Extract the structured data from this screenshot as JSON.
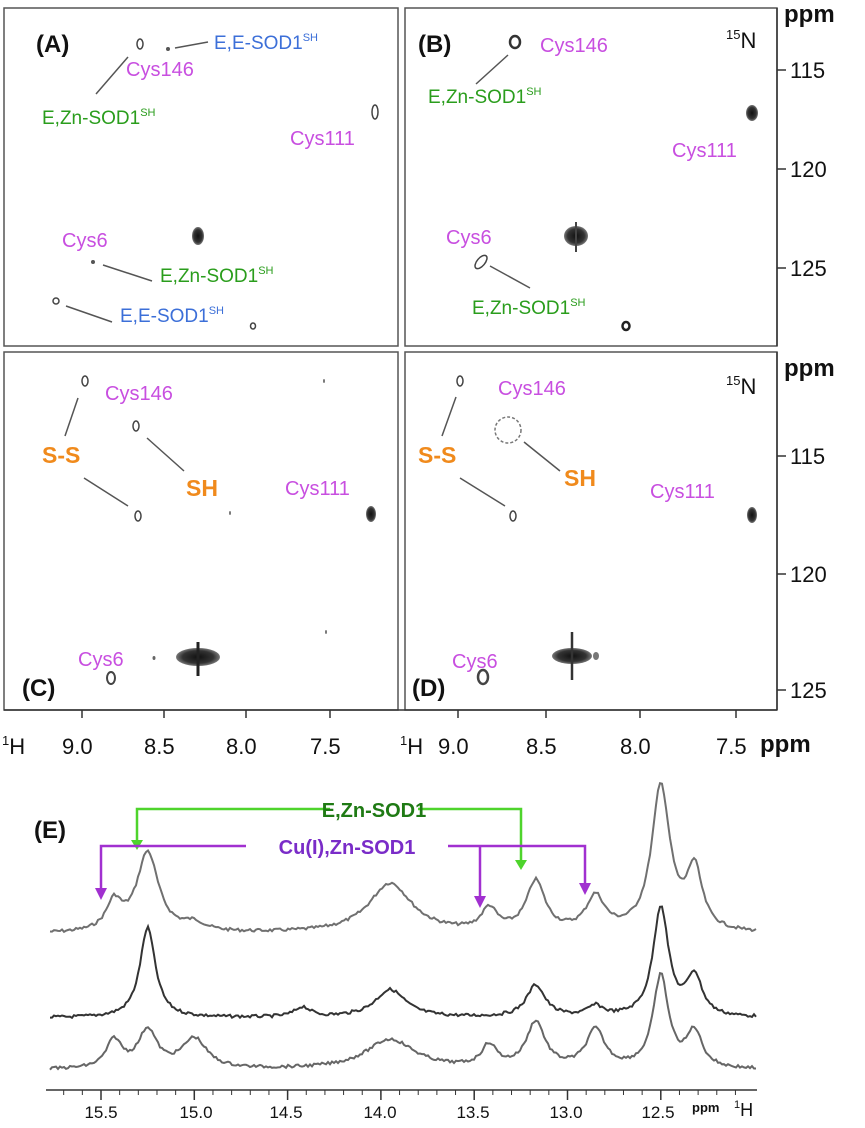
{
  "panels": [
    {
      "letter": "(A)",
      "labels": [
        {
          "text": "E,E-SOD1",
          "sup": "SH",
          "color": "blue"
        },
        {
          "text": "Cys146",
          "color": "magenta"
        },
        {
          "text": "E,Zn-SOD1",
          "sup": "SH",
          "color": "green"
        },
        {
          "text": "Cys111",
          "color": "magenta"
        },
        {
          "text": "Cys6",
          "color": "magenta"
        },
        {
          "text": "E,Zn-SOD1",
          "sup": "SH",
          "color": "green"
        },
        {
          "text": "E,E-SOD1",
          "sup": "SH",
          "color": "blue"
        }
      ]
    },
    {
      "letter": "(B)",
      "labels": [
        {
          "text": "Cys146",
          "color": "magenta"
        },
        {
          "text": "E,Zn-SOD1",
          "sup": "SH",
          "color": "green"
        },
        {
          "text": "Cys111",
          "color": "magenta"
        },
        {
          "text": "Cys6",
          "color": "magenta"
        },
        {
          "text": "E,Zn-SOD1",
          "sup": "SH",
          "color": "green"
        }
      ]
    },
    {
      "letter": "(C)",
      "labels": [
        {
          "text": "Cys146",
          "color": "magenta"
        },
        {
          "text": "S-S",
          "color": "orange"
        },
        {
          "text": "SH",
          "color": "orange"
        },
        {
          "text": "Cys111",
          "color": "magenta"
        },
        {
          "text": "Cys6",
          "color": "magenta"
        }
      ]
    },
    {
      "letter": "(D)",
      "labels": [
        {
          "text": "Cys146",
          "color": "magenta"
        },
        {
          "text": "S-S",
          "color": "orange"
        },
        {
          "text": "SH",
          "color": "orange"
        },
        {
          "text": "Cys111",
          "color": "magenta"
        },
        {
          "text": "Cys6",
          "color": "magenta"
        }
      ]
    }
  ],
  "axes": {
    "h_axis_label": "1H",
    "h_axis_label_sup": "1",
    "h_axis_label_main": "H",
    "h_unit": "ppm",
    "h_ticks": [
      "9.0",
      "8.5",
      "8.0",
      "7.5"
    ],
    "n_axis_label_sup": "15",
    "n_axis_label_main": "N",
    "n_unit": "ppm",
    "n_ticks_top": [
      "115",
      "120",
      "125"
    ],
    "n_ticks_bottom": [
      "115",
      "120",
      "125"
    ]
  },
  "panel_e": {
    "letter": "(E)",
    "bracket_green_label": "E,Zn-SOD1",
    "bracket_purple_label": "Cu(I),Zn-SOD1",
    "x_ticks": [
      "15.5",
      "15.0",
      "14.5",
      "14.0",
      "13.5",
      "13.0",
      "12.5"
    ],
    "x_unit": "ppm",
    "x_axis_label_sup": "1",
    "x_axis_label_main": "H",
    "peaks_ppm": [
      15.43,
      15.25,
      15.0,
      14.42,
      13.95,
      13.42,
      13.17,
      12.85,
      12.5,
      12.32
    ]
  },
  "colors": {
    "magenta": "#c84fe0",
    "green": "#2a9d1c",
    "blue": "#3c6fd8",
    "orange": "#f08a1c",
    "bracket_green": "#4ed42c",
    "bracket_purple": "#a130d0",
    "purple_text": "#7a2cc8",
    "dark_green_text": "#1f7a14"
  }
}
